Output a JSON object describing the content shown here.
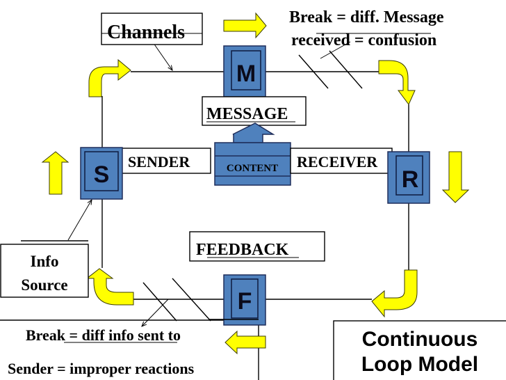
{
  "diagram": {
    "title_line1": "Continuous",
    "title_line2": "Loop Model",
    "colors": {
      "node_fill": "#4f81bd",
      "node_border": "#1f2d5a",
      "arrow_fill": "#ffff00",
      "line": "#000000"
    },
    "nodes": {
      "message": "M",
      "sender": "S",
      "receiver": "R",
      "feedback": "F"
    },
    "labels": {
      "channels": "Channels",
      "message": "MESSAGE",
      "sender": "SENDER",
      "content": "CONTENT",
      "receiver": "RECEIVER",
      "feedback": "FEEDBACK",
      "info_source_line1": "Info",
      "info_source_line2": "Source"
    },
    "annotations": {
      "top_break_line1": "Break = diff. Message",
      "top_break_line2": "received  = confusion",
      "bottom_break_line1": "Break = diff info sent to",
      "bottom_break_line2": "Sender = improper reactions"
    }
  }
}
